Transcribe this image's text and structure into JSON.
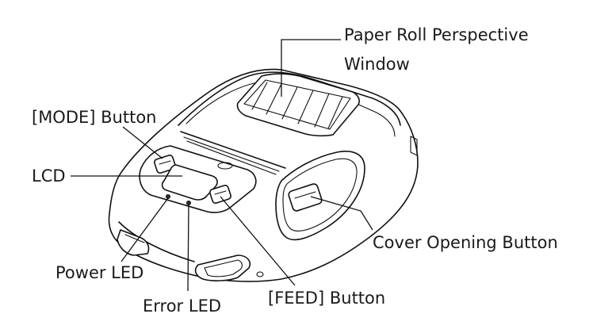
{
  "labels": {
    "paper_roll_line1": "Paper Roll Perspective",
    "paper_roll_line2": "Window",
    "mode_button": "[MODE] Button",
    "lcd": "LCD",
    "power_led": "Power LED",
    "error_led": "Error LED",
    "feed_button": "[FEED] Button",
    "cover_opening_button": "Cover Opening Button"
  }
}
